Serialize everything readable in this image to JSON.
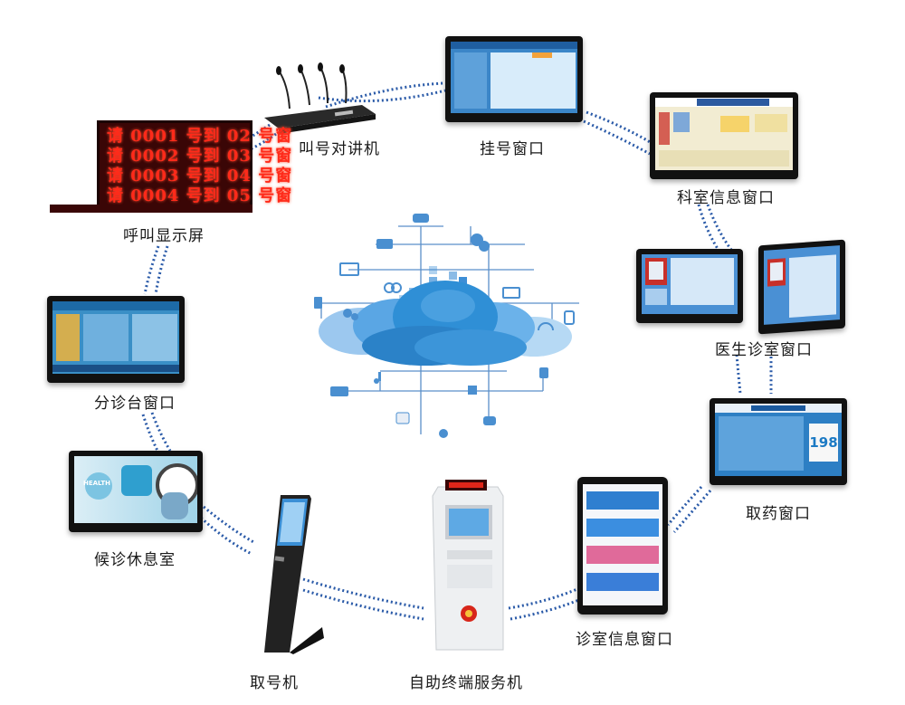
{
  "labels": {
    "call_intercom": "叫号对讲机",
    "registration_window": "挂号窗口",
    "department_info_window": "科室信息窗口",
    "call_display": "呼叫显示屏",
    "doctor_room_window": "医生诊室窗口",
    "triage_desk_window": "分诊台窗口",
    "pharmacy_window": "取药窗口",
    "waiting_lounge": "候诊休息室",
    "room_info_window": "诊室信息窗口",
    "ticket_machine": "取号机",
    "self_service_kiosk": "自助终端服务机"
  },
  "call_display_rows": [
    "请 0001 号到 02 号窗",
    "请 0002 号到 03 号窗",
    "请 0003 号到 04 号窗",
    "请 0004 号到 05 号窗"
  ],
  "pharmacy_number": "198",
  "waiting_screen_text": "HEALTH",
  "colors": {
    "dotted_link": "#2a5aa8",
    "led_red": "#ff2a1a",
    "cloud_blue": "#2f8fd6",
    "screen_blue": "#3b86c8"
  }
}
